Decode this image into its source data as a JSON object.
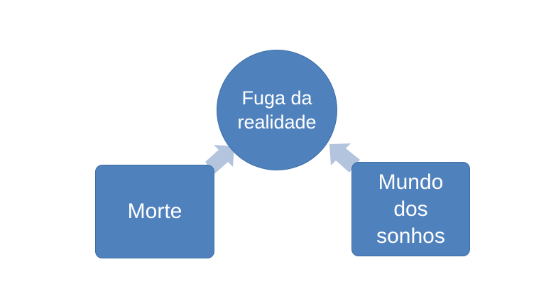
{
  "diagram": {
    "center": {
      "label": "Fuga da\nrealidade"
    },
    "left": {
      "label": "Morte"
    },
    "right": {
      "label": "Mundo\ndos\nsonhos"
    }
  },
  "colors": {
    "node_fill": "#4f81bd",
    "node_border": "#3c6ea5",
    "arrow_fill": "#b3c4de",
    "text": "#ffffff"
  }
}
